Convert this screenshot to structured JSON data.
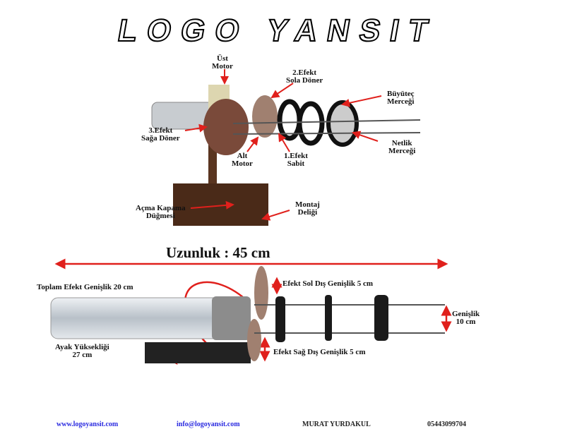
{
  "logo_text": "LOGO YANSIT",
  "top_diagram": {
    "labels": {
      "ust_motor": [
        "Üst",
        "Motor"
      ],
      "efekt2": [
        "2.Efekt",
        "Sola Döner"
      ],
      "buyutec": [
        "Büyüteç",
        "Merceği"
      ],
      "efekt3": [
        "3.Efekt",
        "Sağa Döner"
      ],
      "netlik": [
        "Netlik",
        "Merceği"
      ],
      "alt_motor": [
        "Alt",
        "Motor"
      ],
      "efekt1": [
        "1.Efekt",
        "Sabit"
      ],
      "acma": [
        "Açma Kapama",
        "Düğmesi"
      ],
      "montaj": [
        "Montaj",
        "Deliği"
      ]
    }
  },
  "bottom_diagram": {
    "length": "Uzunluk : 45 cm",
    "total_width": "Toplam Efekt Genişlik 20 cm",
    "left_outer": "Efekt Sol Dış Genişlik 5 cm",
    "right_outer": "Efekt Sağ Dış Genişlik 5 cm",
    "width": [
      "Genişlik",
      "10 cm"
    ],
    "leg_height": [
      "Ayak Yüksekliği",
      "27 cm"
    ]
  },
  "footer": {
    "website": "www.logoyansit.com",
    "email": "info@logoyansit.com",
    "name": "MURAT YURDAKUL",
    "phone": "05443099704"
  },
  "colors": {
    "arrow": "#e0201c",
    "link": "#2a2ae0"
  }
}
